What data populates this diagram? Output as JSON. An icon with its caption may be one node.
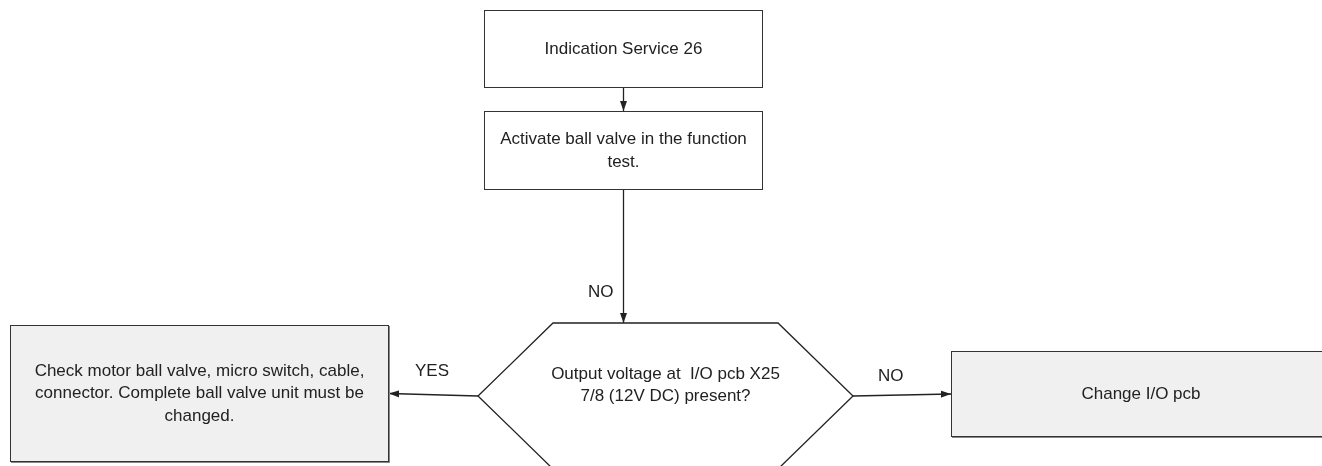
{
  "diagram": {
    "nodes": [
      {
        "text": [
          "Indication Service 26"
        ]
      },
      {
        "text": [
          "Activate ball valve in the function test."
        ]
      },
      {
        "text": [
          "Output voltage at  I/O pcb X25 7/8 (12V DC) present?"
        ]
      },
      {
        "text": [
          "Check motor ball valve, micro switch, cable, connector. Complete ball valve unit must be changed."
        ]
      },
      {
        "text": [
          "Change I/O pcb"
        ]
      }
    ],
    "edges": [
      {
        "from": 0,
        "to": 1,
        "arrow": "to"
      },
      {
        "from": 1,
        "to": 2,
        "arrow": "to",
        "label": "NO"
      },
      {
        "from": 2,
        "to": 3,
        "arrow": "to",
        "label": "YES"
      },
      {
        "from": 2,
        "to": 4,
        "arrow": "to",
        "label": "NO"
      }
    ]
  }
}
